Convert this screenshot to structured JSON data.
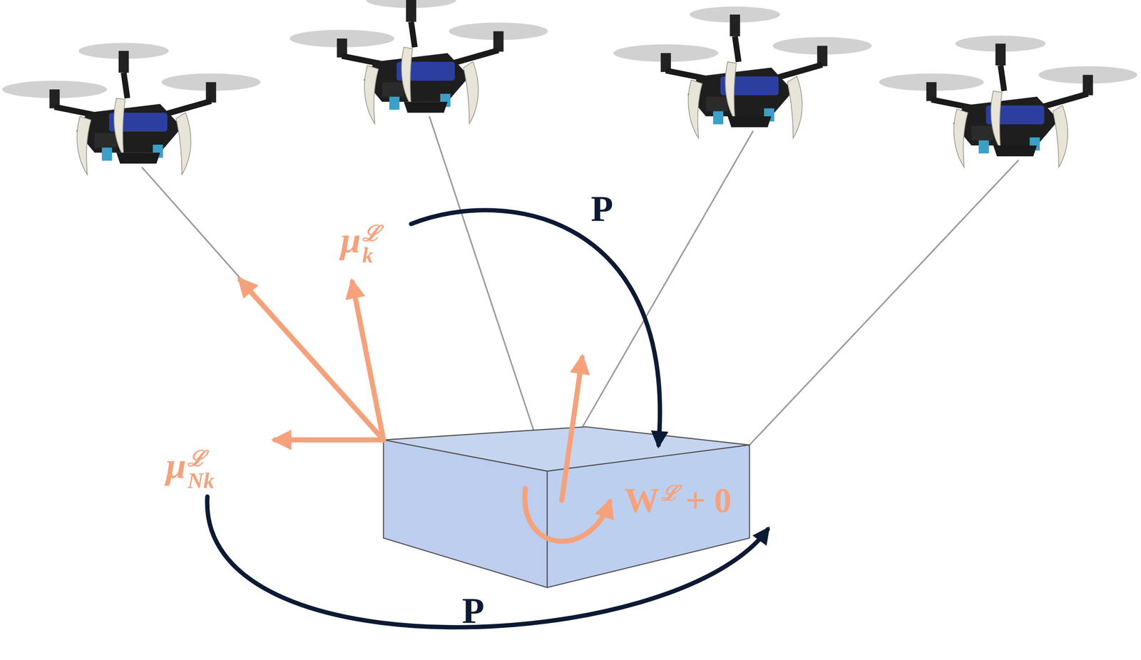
{
  "diagram": {
    "labels": [
      "P",
      "μ",
      "ℒ",
      "k",
      "μ",
      "ℒ",
      "Nk",
      "W",
      "ℒ",
      "+ 0",
      "P"
    ]
  }
}
